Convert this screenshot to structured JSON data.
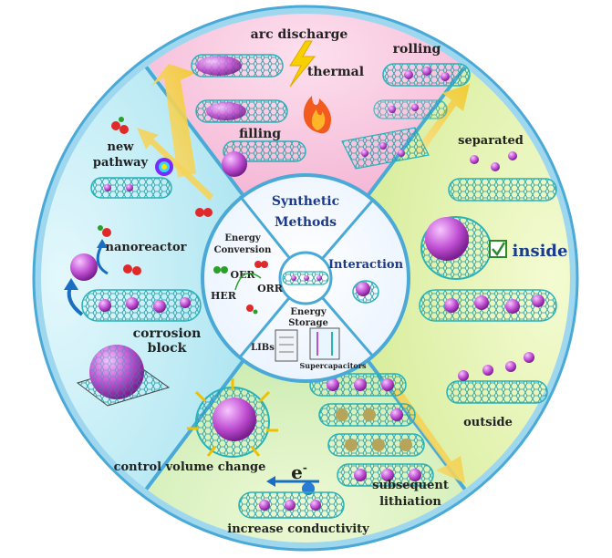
{
  "segments": {
    "top": {
      "arc_discharge": "arc discharge",
      "thermal": "thermal",
      "rolling": "rolling",
      "filling": "filling"
    },
    "right": {
      "separated": "separated",
      "inside": "inside",
      "outside": "outside"
    },
    "bottom": {
      "control_volume_change": "control volume change",
      "electron_base": "e",
      "electron_sup": "-",
      "increase_conductivity": "increase conductivity",
      "subsequent": "subsequent",
      "lithiation": "lithiation"
    },
    "left": {
      "new": "new",
      "pathway": "pathway",
      "nanoreactor": "nanoreactor",
      "corrosion": "corrosion",
      "block": "block"
    }
  },
  "center": {
    "synthetic_1": "Synthetic",
    "synthetic_2": "Methods",
    "interaction": "Interaction",
    "energy_conv_1": "Energy",
    "energy_conv_2": "Conversion",
    "oer": "OER",
    "orr": "ORR",
    "her": "HER",
    "energy_storage_1": "Energy",
    "energy_storage_2": "Storage",
    "libs": "LIBs",
    "supercapacitors": "Supercapacitors"
  },
  "colors": {
    "top_segment": "#f5b6d6",
    "right_segment": "#dff0a8",
    "bottom_segment": "#d9f0b6",
    "left_segment": "#b9ecf5",
    "ring_blue": "#5bbde0",
    "nanotube": "#27b3b8",
    "particle": "#c25ad6",
    "arrow_yellow": "#f7d64a",
    "arrow_blue": "#1a6fc2",
    "text": "#222222"
  }
}
